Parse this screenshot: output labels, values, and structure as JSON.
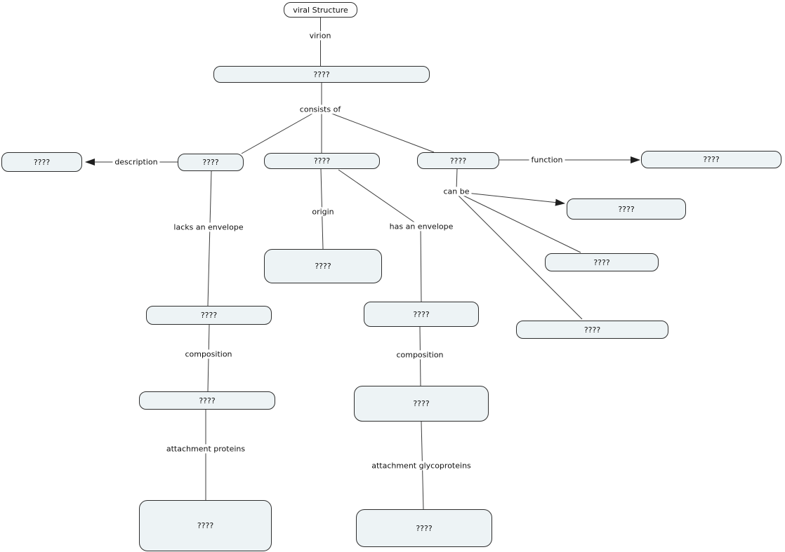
{
  "placeholder": "????",
  "style": {
    "canvas_bg": "#ffffff",
    "node_fill": "#edf3f5",
    "node_border": "#2e2e2e",
    "root_fill": "#fdfdfd",
    "line_color": "#3c3c3c",
    "text_color": "#111111"
  },
  "concepts": {
    "root": "viral Structure",
    "virion_level": "????",
    "description_note": "????",
    "branch_left": "????",
    "branch_center": "????",
    "branch_right": "????",
    "function_note": "????",
    "can_be_1": "????",
    "can_be_2": "????",
    "can_be_3": "????",
    "origin_note": "????",
    "left_level2": "????",
    "left_level3": "????",
    "left_level4": "????",
    "center_level2": "????",
    "center_level3": "????",
    "center_level4": "????"
  },
  "links": {
    "virion": "virion",
    "consists_of": "consists of",
    "description": "description",
    "function": "function",
    "can_be": "can be",
    "lacks_an_envelope": "lacks an envelope",
    "origin": "origin",
    "has_an_envelope": "has an envelope",
    "composition_left": "composition",
    "composition_center": "composition",
    "attachment_proteins": "attachment proteins",
    "attachment_glycoproteins": "attachment glycoproteins"
  }
}
